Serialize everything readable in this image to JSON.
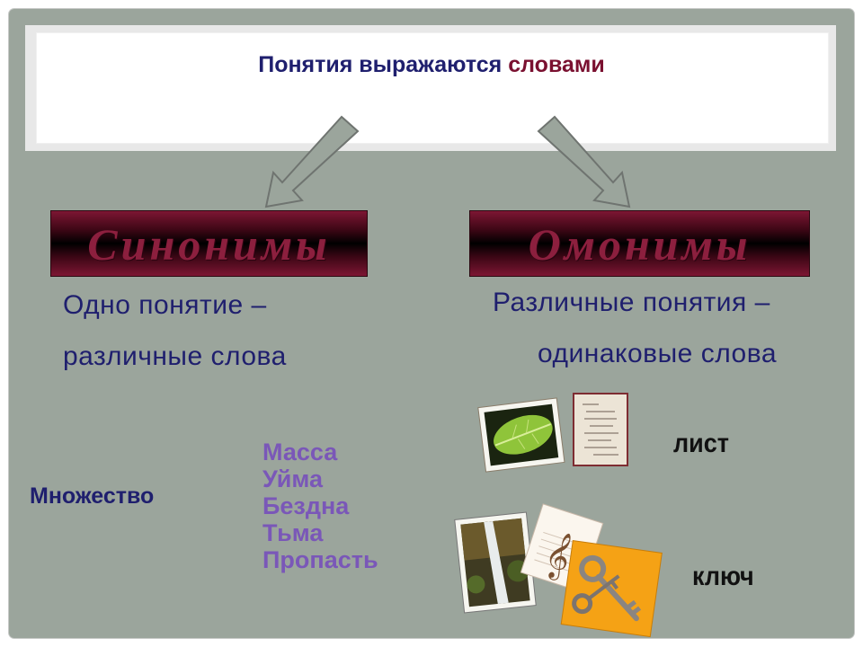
{
  "title": {
    "text": "Понятия выражаются",
    "accent": "словами"
  },
  "synonyms": {
    "heading": "Синонимы",
    "definition_line1": "Одно понятие –",
    "definition_line2": "различные слова",
    "main_word": "Множество",
    "words": [
      "Масса",
      "Уйма",
      "Бездна",
      "Тьма",
      "Пропасть"
    ]
  },
  "homonyms": {
    "heading": "Омонимы",
    "definition_line1": "Различные понятия –",
    "definition_line2": "одинаковые слова",
    "word1": "лист",
    "word2": "ключ"
  },
  "colors": {
    "background": "#9ba59c",
    "title_text": "#1f1f6e",
    "title_accent": "#7a1030",
    "heading_box": "#7d1633",
    "synonym_list": "#7a57b8"
  }
}
